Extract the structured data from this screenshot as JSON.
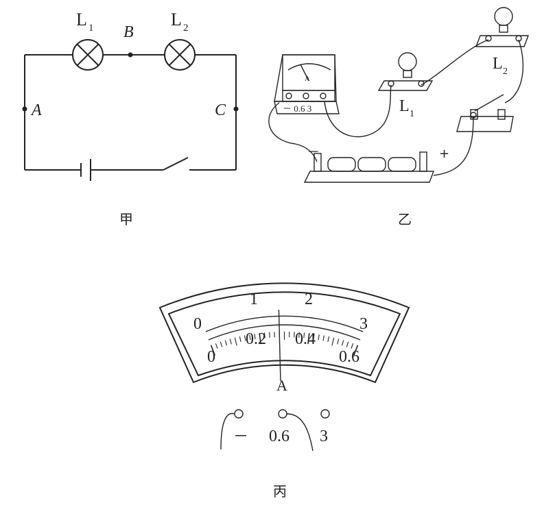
{
  "figure_jia": {
    "caption": "甲",
    "lamp1_label": "L",
    "lamp1_sub": "1",
    "lamp2_label": "L",
    "lamp2_sub": "2",
    "point_a": "A",
    "point_b": "B",
    "point_c": "C"
  },
  "figure_yi": {
    "caption": "乙",
    "meter_letter": "A",
    "meter_terminal_labels": "－ 0.6  3",
    "lamp1_label": "L",
    "lamp1_sub": "1",
    "lamp2_label": "L",
    "lamp2_sub": "2",
    "battery_minus": "－",
    "battery_plus": "+"
  },
  "figure_bing": {
    "caption": "丙",
    "meter_letter": "A",
    "upper_scale": [
      "0",
      "1",
      "2",
      "3"
    ],
    "lower_scale": [
      "0",
      "0.2",
      "0.4",
      "0.6"
    ],
    "needle_reading_small_range": 0.28,
    "terminal_minus": "－",
    "terminal_mid": "0.6",
    "terminal_max": "3"
  }
}
